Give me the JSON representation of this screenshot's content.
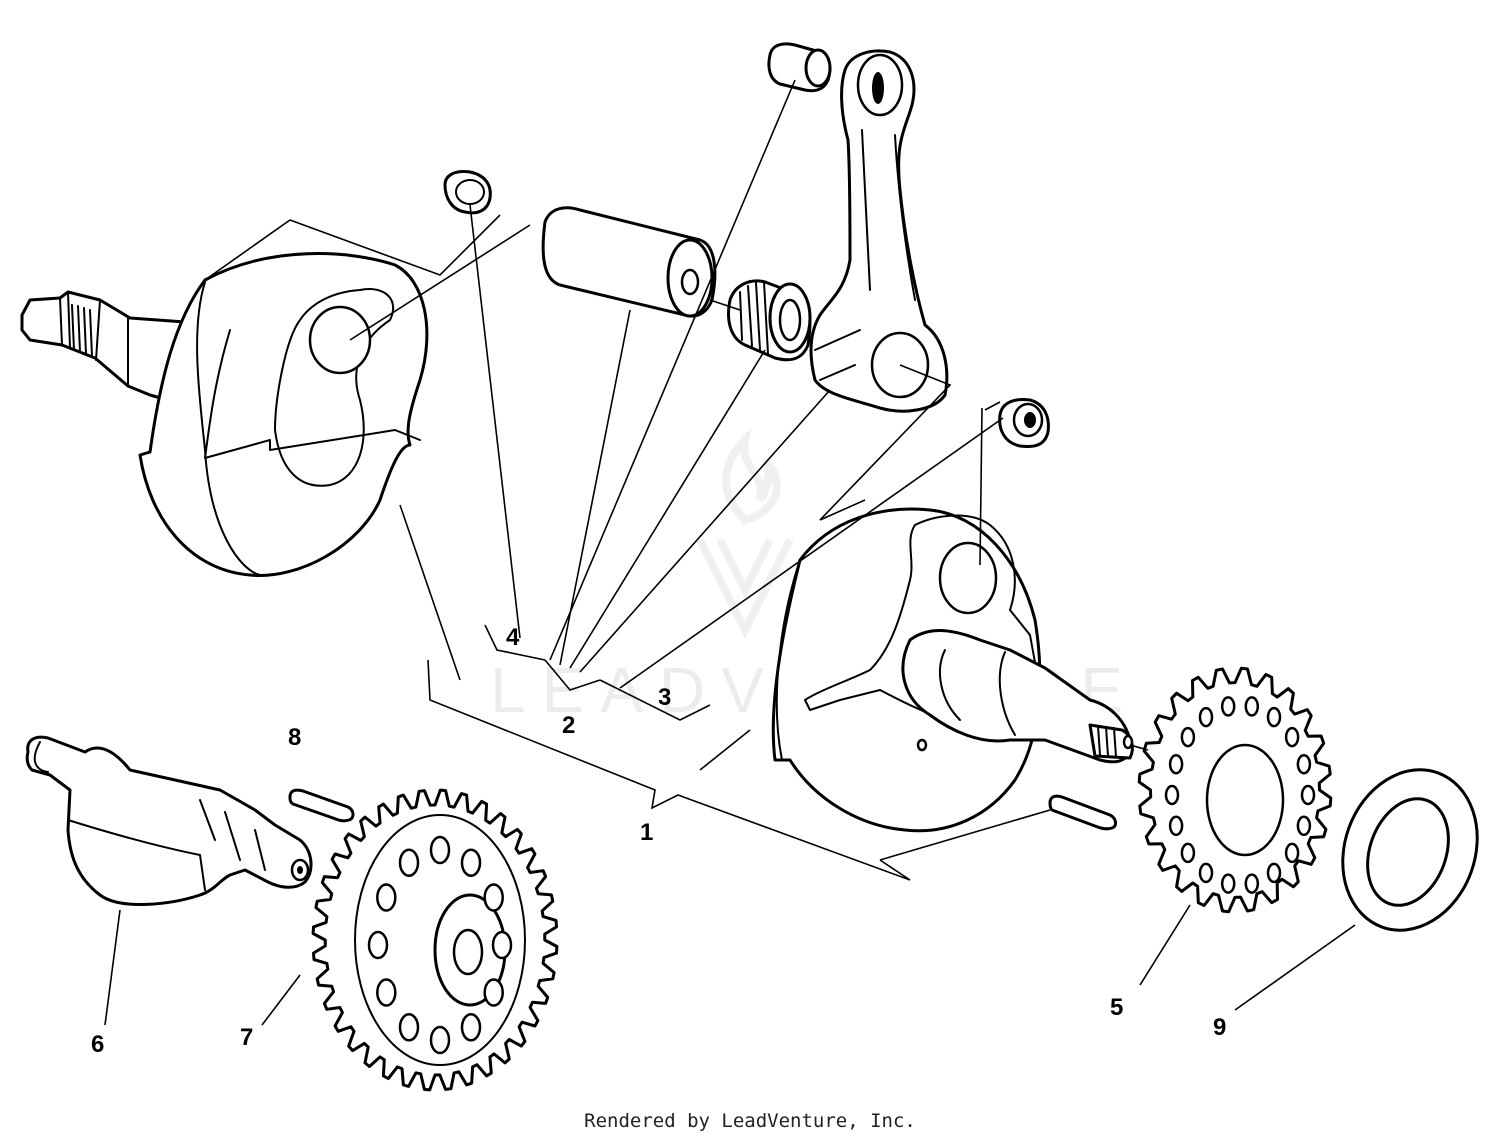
{
  "diagram": {
    "callouts": {
      "c1": "1",
      "c2": "2",
      "c3": "3",
      "c4": "4",
      "c5": "5",
      "c6": "6",
      "c7": "7",
      "c8": "8",
      "c9": "9"
    },
    "watermark": "LEADVENTURE"
  },
  "footer": {
    "credit": "Rendered by LeadVenture, Inc."
  }
}
